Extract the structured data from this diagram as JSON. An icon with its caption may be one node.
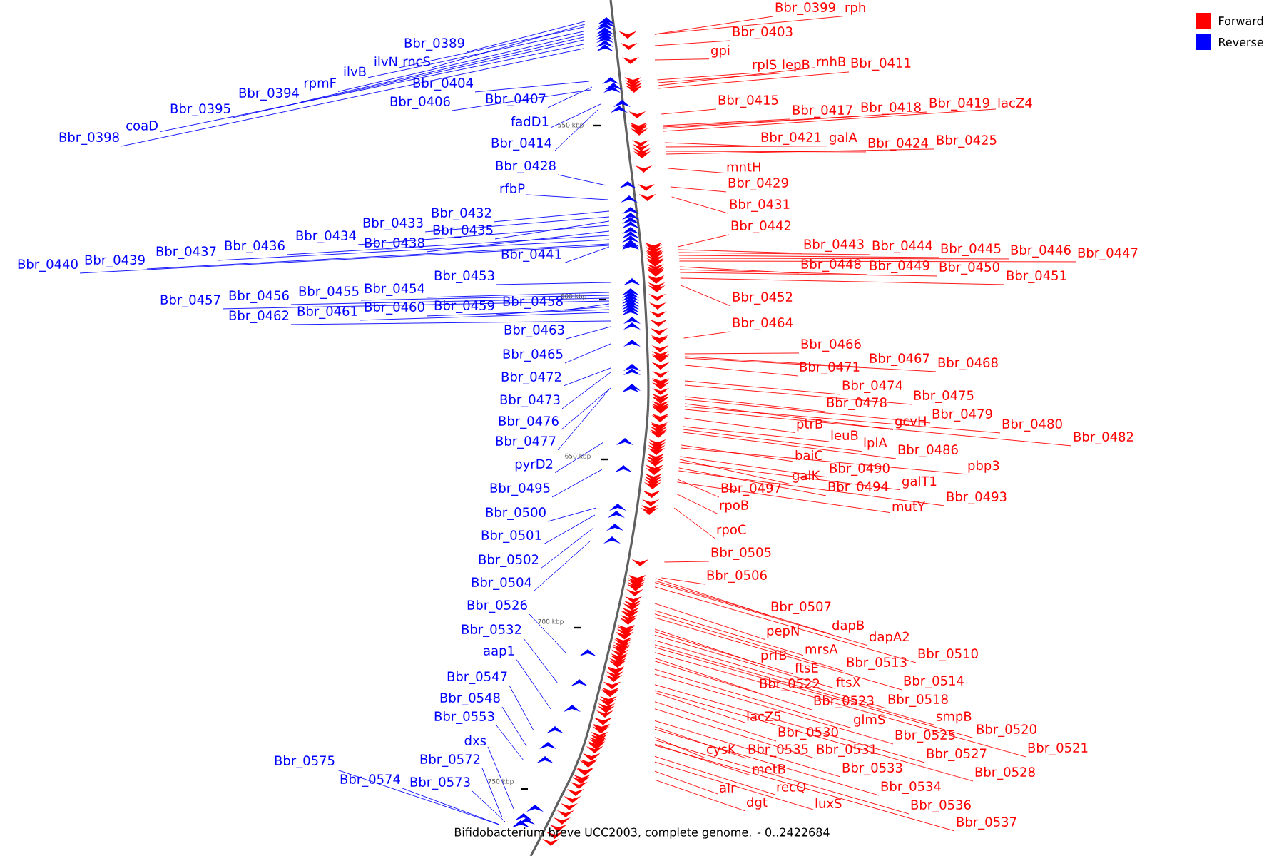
{
  "diagram": {
    "caption": "Bifidobacterium breve UCC2003, complete genome. - 0..2422684",
    "nodes": [
      {
        "text": [
          "Bbr_0389"
        ]
      },
      {
        "text": [
          "ilvN"
        ]
      },
      {
        "text": [
          "rncS"
        ]
      },
      {
        "text": [
          "ilvB"
        ]
      },
      {
        "text": [
          "rpmF"
        ]
      },
      {
        "text": [
          "Bbr_0394"
        ]
      },
      {
        "text": [
          "Bbr_0395"
        ]
      },
      {
        "text": [
          "coaD"
        ]
      },
      {
        "text": [
          "Bbr_0398"
        ]
      },
      {
        "text": [
          "Bbr_0404"
        ]
      },
      {
        "text": [
          "Bbr_0406"
        ]
      },
      {
        "text": [
          "Bbr_0407"
        ]
      },
      {
        "text": [
          "fadD1"
        ]
      },
      {
        "text": [
          "Bbr_0414"
        ]
      },
      {
        "text": [
          "Bbr_0428"
        ]
      },
      {
        "text": [
          "rfbP"
        ]
      },
      {
        "text": [
          "Bbr_0432"
        ]
      },
      {
        "text": [
          "Bbr_0433"
        ]
      },
      {
        "text": [
          "Bbr_0435"
        ]
      },
      {
        "text": [
          "Bbr_0434"
        ]
      },
      {
        "text": [
          "Bbr_0438"
        ]
      },
      {
        "text": [
          "Bbr_0436"
        ]
      },
      {
        "text": [
          "Bbr_0437"
        ]
      },
      {
        "text": [
          "Bbr_0439"
        ]
      },
      {
        "text": [
          "Bbr_0440"
        ]
      },
      {
        "text": [
          "Bbr_0441"
        ]
      },
      {
        "text": [
          "Bbr_0453"
        ]
      },
      {
        "text": [
          "Bbr_0454"
        ]
      },
      {
        "text": [
          "Bbr_0455"
        ]
      },
      {
        "text": [
          "Bbr_0456"
        ]
      },
      {
        "text": [
          "Bbr_0457"
        ]
      },
      {
        "text": [
          "Bbr_0458"
        ]
      },
      {
        "text": [
          "Bbr_0459"
        ]
      },
      {
        "text": [
          "Bbr_0460"
        ]
      },
      {
        "text": [
          "Bbr_0461"
        ]
      },
      {
        "text": [
          "Bbr_0462"
        ]
      },
      {
        "text": [
          "Bbr_0463"
        ]
      },
      {
        "text": [
          "Bbr_0465"
        ]
      },
      {
        "text": [
          "Bbr_0472"
        ]
      },
      {
        "text": [
          "Bbr_0473"
        ]
      },
      {
        "text": [
          "Bbr_0476"
        ]
      },
      {
        "text": [
          "Bbr_0477"
        ]
      },
      {
        "text": [
          "pyrD2"
        ]
      },
      {
        "text": [
          "Bbr_0495"
        ]
      },
      {
        "text": [
          "Bbr_0500"
        ]
      },
      {
        "text": [
          "Bbr_0501"
        ]
      },
      {
        "text": [
          "Bbr_0502"
        ]
      },
      {
        "text": [
          "Bbr_0504"
        ]
      },
      {
        "text": [
          "Bbr_0526"
        ]
      },
      {
        "text": [
          "Bbr_0532"
        ]
      },
      {
        "text": [
          "aap1"
        ]
      },
      {
        "text": [
          "Bbr_0547"
        ]
      },
      {
        "text": [
          "Bbr_0548"
        ]
      },
      {
        "text": [
          "Bbr_0553"
        ]
      },
      {
        "text": [
          "dxs"
        ]
      },
      {
        "text": [
          "Bbr_0575"
        ]
      },
      {
        "text": [
          "Bbr_0572"
        ]
      },
      {
        "text": [
          "Bbr_0574"
        ]
      },
      {
        "text": [
          "Bbr_0573"
        ]
      },
      {
        "text": [
          "Bbr_0399"
        ]
      },
      {
        "text": [
          "rph"
        ]
      },
      {
        "text": [
          "Bbr_0403"
        ]
      },
      {
        "text": [
          "gpi"
        ]
      },
      {
        "text": [
          "rplS"
        ]
      },
      {
        "text": [
          "lepB"
        ]
      },
      {
        "text": [
          "rnhB"
        ]
      },
      {
        "text": [
          "Bbr_0411"
        ]
      },
      {
        "text": [
          "Bbr_0415"
        ]
      },
      {
        "text": [
          "Bbr_0417"
        ]
      },
      {
        "text": [
          "Bbr_0418"
        ]
      },
      {
        "text": [
          "Bbr_0419"
        ]
      },
      {
        "text": [
          "lacZ4"
        ]
      },
      {
        "text": [
          "Bbr_0421"
        ]
      },
      {
        "text": [
          "galA"
        ]
      },
      {
        "text": [
          "Bbr_0424"
        ]
      },
      {
        "text": [
          "Bbr_0425"
        ]
      },
      {
        "text": [
          "mntH"
        ]
      },
      {
        "text": [
          "Bbr_0429"
        ]
      },
      {
        "text": [
          "Bbr_0431"
        ]
      },
      {
        "text": [
          "Bbr_0442"
        ]
      },
      {
        "text": [
          "Bbr_0443"
        ]
      },
      {
        "text": [
          "Bbr_0444"
        ]
      },
      {
        "text": [
          "Bbr_0445"
        ]
      },
      {
        "text": [
          "Bbr_0446"
        ]
      },
      {
        "text": [
          "Bbr_0447"
        ]
      },
      {
        "text": [
          "Bbr_0448"
        ]
      },
      {
        "text": [
          "Bbr_0449"
        ]
      },
      {
        "text": [
          "Bbr_0450"
        ]
      },
      {
        "text": [
          "Bbr_0451"
        ]
      },
      {
        "text": [
          "Bbr_0452"
        ]
      },
      {
        "text": [
          "Bbr_0464"
        ]
      },
      {
        "text": [
          "Bbr_0466"
        ]
      },
      {
        "text": [
          "Bbr_0467"
        ]
      },
      {
        "text": [
          "Bbr_0468"
        ]
      },
      {
        "text": [
          "Bbr_0471"
        ]
      },
      {
        "text": [
          "Bbr_0474"
        ]
      },
      {
        "text": [
          "Bbr_0475"
        ]
      },
      {
        "text": [
          "Bbr_0478"
        ]
      },
      {
        "text": [
          "Bbr_0479"
        ]
      },
      {
        "text": [
          "gcvH"
        ]
      },
      {
        "text": [
          "Bbr_0480"
        ]
      },
      {
        "text": [
          "Bbr_0482"
        ]
      },
      {
        "text": [
          "ptrB"
        ]
      },
      {
        "text": [
          "leuB"
        ]
      },
      {
        "text": [
          "lplA"
        ]
      },
      {
        "text": [
          "Bbr_0486"
        ]
      },
      {
        "text": [
          "baiC"
        ]
      },
      {
        "text": [
          "pbp3"
        ]
      },
      {
        "text": [
          "Bbr_0490"
        ]
      },
      {
        "text": [
          "galK"
        ]
      },
      {
        "text": [
          "galT1"
        ]
      },
      {
        "text": [
          "Bbr_0494"
        ]
      },
      {
        "text": [
          "Bbr_0493"
        ]
      },
      {
        "text": [
          "Bbr_0497"
        ]
      },
      {
        "text": [
          "mutY"
        ]
      },
      {
        "text": [
          "rpoB"
        ]
      },
      {
        "text": [
          "rpoC"
        ]
      },
      {
        "text": [
          "Bbr_0505"
        ]
      },
      {
        "text": [
          "Bbr_0506"
        ]
      },
      {
        "text": [
          "Bbr_0507"
        ]
      },
      {
        "text": [
          "dapB"
        ]
      },
      {
        "text": [
          "pepN"
        ]
      },
      {
        "text": [
          "dapA2"
        ]
      },
      {
        "text": [
          "mrsA"
        ]
      },
      {
        "text": [
          "Bbr_0510"
        ]
      },
      {
        "text": [
          "prfB"
        ]
      },
      {
        "text": [
          "Bbr_0513"
        ]
      },
      {
        "text": [
          "ftsE"
        ]
      },
      {
        "text": [
          "Bbr_0514"
        ]
      },
      {
        "text": [
          "ftsX"
        ]
      },
      {
        "text": [
          "Bbr_0522"
        ]
      },
      {
        "text": [
          "Bbr_0518"
        ]
      },
      {
        "text": [
          "Bbr_0523"
        ]
      },
      {
        "text": [
          "lacZ5"
        ]
      },
      {
        "text": [
          "smpB"
        ]
      },
      {
        "text": [
          "glmS"
        ]
      },
      {
        "text": [
          "Bbr_0520"
        ]
      },
      {
        "text": [
          "Bbr_0530"
        ]
      },
      {
        "text": [
          "Bbr_0525"
        ]
      },
      {
        "text": [
          "Bbr_0521"
        ]
      },
      {
        "text": [
          "cysK"
        ]
      },
      {
        "text": [
          "Bbr_0535"
        ]
      },
      {
        "text": [
          "Bbr_0531"
        ]
      },
      {
        "text": [
          "Bbr_0527"
        ]
      },
      {
        "text": [
          "metB"
        ]
      },
      {
        "text": [
          "Bbr_0533"
        ]
      },
      {
        "text": [
          "Bbr_0528"
        ]
      },
      {
        "text": [
          "alr"
        ]
      },
      {
        "text": [
          "recQ"
        ]
      },
      {
        "text": [
          "Bbr_0534"
        ]
      },
      {
        "text": [
          "dgt"
        ]
      },
      {
        "text": [
          "luxS"
        ]
      },
      {
        "text": [
          "Bbr_0536"
        ]
      },
      {
        "text": [
          "Bbr_0537"
        ]
      },
      {
        "text": [],
        "shape": "arc"
      }
    ],
    "edges": [
      {
        "from": 0,
        "to": 154,
        "arrow": "none",
        "color": "#0000ff"
      },
      {
        "from": 1,
        "to": 154,
        "arrow": "none",
        "color": "#0000ff"
      },
      {
        "from": 2,
        "to": 154,
        "arrow": "none",
        "color": "#0000ff"
      },
      {
        "from": 3,
        "to": 154,
        "arrow": "none",
        "color": "#0000ff"
      },
      {
        "from": 4,
        "to": 154,
        "arrow": "none",
        "color": "#0000ff"
      },
      {
        "from": 5,
        "to": 154,
        "arrow": "none",
        "color": "#0000ff"
      },
      {
        "from": 6,
        "to": 154,
        "arrow": "none",
        "color": "#0000ff"
      },
      {
        "from": 7,
        "to": 154,
        "arrow": "none",
        "color": "#0000ff"
      },
      {
        "from": 8,
        "to": 154,
        "arrow": "none",
        "color": "#0000ff"
      },
      {
        "from": 9,
        "to": 154,
        "arrow": "none",
        "color": "#0000ff"
      },
      {
        "from": 10,
        "to": 154,
        "arrow": "none",
        "color": "#0000ff"
      },
      {
        "from": 11,
        "to": 154,
        "arrow": "none",
        "color": "#0000ff"
      },
      {
        "from": 12,
        "to": 154,
        "arrow": "none",
        "color": "#0000ff"
      },
      {
        "from": 13,
        "to": 154,
        "arrow": "none",
        "color": "#0000ff"
      },
      {
        "from": 14,
        "to": 154,
        "arrow": "none",
        "color": "#0000ff"
      },
      {
        "from": 15,
        "to": 154,
        "arrow": "none",
        "color": "#0000ff"
      },
      {
        "from": 16,
        "to": 154,
        "arrow": "none",
        "color": "#0000ff"
      },
      {
        "from": 17,
        "to": 154,
        "arrow": "none",
        "color": "#0000ff"
      },
      {
        "from": 18,
        "to": 154,
        "arrow": "none",
        "color": "#0000ff"
      },
      {
        "from": 19,
        "to": 154,
        "arrow": "none",
        "color": "#0000ff"
      },
      {
        "from": 20,
        "to": 154,
        "arrow": "none",
        "color": "#0000ff"
      },
      {
        "from": 21,
        "to": 154,
        "arrow": "none",
        "color": "#0000ff"
      },
      {
        "from": 22,
        "to": 154,
        "arrow": "none",
        "color": "#0000ff"
      },
      {
        "from": 23,
        "to": 154,
        "arrow": "none",
        "color": "#0000ff"
      },
      {
        "from": 24,
        "to": 154,
        "arrow": "none",
        "color": "#0000ff"
      },
      {
        "from": 25,
        "to": 154,
        "arrow": "none",
        "color": "#0000ff"
      },
      {
        "from": 26,
        "to": 154,
        "arrow": "none",
        "color": "#0000ff"
      },
      {
        "from": 27,
        "to": 154,
        "arrow": "none",
        "color": "#0000ff"
      },
      {
        "from": 28,
        "to": 154,
        "arrow": "none",
        "color": "#0000ff"
      },
      {
        "from": 29,
        "to": 154,
        "arrow": "none",
        "color": "#0000ff"
      },
      {
        "from": 30,
        "to": 154,
        "arrow": "none",
        "color": "#0000ff"
      },
      {
        "from": 31,
        "to": 154,
        "arrow": "none",
        "color": "#0000ff"
      },
      {
        "from": 32,
        "to": 154,
        "arrow": "none",
        "color": "#0000ff"
      },
      {
        "from": 33,
        "to": 154,
        "arrow": "none",
        "color": "#0000ff"
      },
      {
        "from": 34,
        "to": 154,
        "arrow": "none",
        "color": "#0000ff"
      },
      {
        "from": 35,
        "to": 154,
        "arrow": "none",
        "color": "#0000ff"
      },
      {
        "from": 36,
        "to": 154,
        "arrow": "none",
        "color": "#0000ff"
      },
      {
        "from": 37,
        "to": 154,
        "arrow": "none",
        "color": "#0000ff"
      },
      {
        "from": 38,
        "to": 154,
        "arrow": "none",
        "color": "#0000ff"
      },
      {
        "from": 39,
        "to": 154,
        "arrow": "none",
        "color": "#0000ff"
      },
      {
        "from": 40,
        "to": 154,
        "arrow": "none",
        "color": "#0000ff"
      },
      {
        "from": 41,
        "to": 154,
        "arrow": "none",
        "color": "#0000ff"
      },
      {
        "from": 42,
        "to": 154,
        "arrow": "none",
        "color": "#0000ff"
      },
      {
        "from": 43,
        "to": 154,
        "arrow": "none",
        "color": "#0000ff"
      },
      {
        "from": 44,
        "to": 154,
        "arrow": "none",
        "color": "#0000ff"
      },
      {
        "from": 45,
        "to": 154,
        "arrow": "none",
        "color": "#0000ff"
      },
      {
        "from": 46,
        "to": 154,
        "arrow": "none",
        "color": "#0000ff"
      },
      {
        "from": 47,
        "to": 154,
        "arrow": "none",
        "color": "#0000ff"
      },
      {
        "from": 48,
        "to": 154,
        "arrow": "none",
        "color": "#0000ff"
      },
      {
        "from": 49,
        "to": 154,
        "arrow": "none",
        "color": "#0000ff"
      },
      {
        "from": 50,
        "to": 154,
        "arrow": "none",
        "color": "#0000ff"
      },
      {
        "from": 51,
        "to": 154,
        "arrow": "none",
        "color": "#0000ff"
      },
      {
        "from": 52,
        "to": 154,
        "arrow": "none",
        "color": "#0000ff"
      },
      {
        "from": 53,
        "to": 154,
        "arrow": "none",
        "color": "#0000ff"
      },
      {
        "from": 54,
        "to": 154,
        "arrow": "none",
        "color": "#0000ff"
      },
      {
        "from": 55,
        "to": 154,
        "arrow": "none",
        "color": "#0000ff"
      },
      {
        "from": 56,
        "to": 154,
        "arrow": "none",
        "color": "#0000ff"
      },
      {
        "from": 57,
        "to": 154,
        "arrow": "none",
        "color": "#0000ff"
      },
      {
        "from": 58,
        "to": 154,
        "arrow": "none",
        "color": "#0000ff"
      },
      {
        "from": 59,
        "to": 154,
        "arrow": "none"
      },
      {
        "from": 60,
        "to": 154,
        "arrow": "none"
      },
      {
        "from": 61,
        "to": 154,
        "arrow": "none"
      },
      {
        "from": 62,
        "to": 154,
        "arrow": "none"
      },
      {
        "from": 63,
        "to": 154,
        "arrow": "none"
      },
      {
        "from": 64,
        "to": 154,
        "arrow": "none"
      },
      {
        "from": 65,
        "to": 154,
        "arrow": "none"
      },
      {
        "from": 66,
        "to": 154,
        "arrow": "none"
      },
      {
        "from": 67,
        "to": 154,
        "arrow": "none"
      },
      {
        "from": 68,
        "to": 154,
        "arrow": "none"
      },
      {
        "from": 69,
        "to": 154,
        "arrow": "none"
      },
      {
        "from": 70,
        "to": 154,
        "arrow": "none"
      },
      {
        "from": 71,
        "to": 154,
        "arrow": "none"
      },
      {
        "from": 72,
        "to": 154,
        "arrow": "none"
      },
      {
        "from": 73,
        "to": 154,
        "arrow": "none"
      },
      {
        "from": 74,
        "to": 154,
        "arrow": "none"
      },
      {
        "from": 75,
        "to": 154,
        "arrow": "none"
      },
      {
        "from": 76,
        "to": 154,
        "arrow": "none"
      },
      {
        "from": 77,
        "to": 154,
        "arrow": "none"
      },
      {
        "from": 78,
        "to": 154,
        "arrow": "none"
      },
      {
        "from": 79,
        "to": 154,
        "arrow": "none"
      },
      {
        "from": 80,
        "to": 154,
        "arrow": "none"
      },
      {
        "from": 81,
        "to": 154,
        "arrow": "none"
      },
      {
        "from": 82,
        "to": 154,
        "arrow": "none"
      },
      {
        "from": 83,
        "to": 154,
        "arrow": "none"
      },
      {
        "from": 84,
        "to": 154,
        "arrow": "none"
      },
      {
        "from": 85,
        "to": 154,
        "arrow": "none"
      },
      {
        "from": 86,
        "to": 154,
        "arrow": "none"
      },
      {
        "from": 87,
        "to": 154,
        "arrow": "none"
      },
      {
        "from": 88,
        "to": 154,
        "arrow": "none"
      },
      {
        "from": 89,
        "to": 154,
        "arrow": "none"
      },
      {
        "from": 90,
        "to": 154,
        "arrow": "none"
      },
      {
        "from": 91,
        "to": 154,
        "arrow": "none"
      },
      {
        "from": 92,
        "to": 154,
        "arrow": "none"
      },
      {
        "from": 93,
        "to": 154,
        "arrow": "none"
      },
      {
        "from": 94,
        "to": 154,
        "arrow": "none"
      },
      {
        "from": 95,
        "to": 154,
        "arrow": "none"
      },
      {
        "from": 96,
        "to": 154,
        "arrow": "none"
      },
      {
        "from": 97,
        "to": 154,
        "arrow": "none"
      },
      {
        "from": 98,
        "to": 154,
        "arrow": "none"
      },
      {
        "from": 99,
        "to": 154,
        "arrow": "none"
      },
      {
        "from": 100,
        "to": 154,
        "arrow": "none"
      },
      {
        "from": 101,
        "to": 154,
        "arrow": "none"
      },
      {
        "from": 102,
        "to": 154,
        "arrow": "none"
      },
      {
        "from": 103,
        "to": 154,
        "arrow": "none"
      },
      {
        "from": 104,
        "to": 154,
        "arrow": "none"
      },
      {
        "from": 105,
        "to": 154,
        "arrow": "none"
      },
      {
        "from": 106,
        "to": 154,
        "arrow": "none"
      },
      {
        "from": 107,
        "to": 154,
        "arrow": "none"
      },
      {
        "from": 108,
        "to": 154,
        "arrow": "none"
      },
      {
        "from": 109,
        "to": 154,
        "arrow": "none"
      },
      {
        "from": 110,
        "to": 154,
        "arrow": "none"
      },
      {
        "from": 111,
        "to": 154,
        "arrow": "none"
      },
      {
        "from": 112,
        "to": 154,
        "arrow": "none"
      },
      {
        "from": 113,
        "to": 154,
        "arrow": "none"
      },
      {
        "from": 114,
        "to": 154,
        "arrow": "none"
      },
      {
        "from": 115,
        "to": 154,
        "arrow": "none"
      },
      {
        "from": 116,
        "to": 154,
        "arrow": "none"
      },
      {
        "from": 117,
        "to": 154,
        "arrow": "none"
      },
      {
        "from": 118,
        "to": 154,
        "arrow": "none"
      },
      {
        "from": 119,
        "to": 154,
        "arrow": "none"
      },
      {
        "from": 120,
        "to": 154,
        "arrow": "none"
      },
      {
        "from": 121,
        "to": 154,
        "arrow": "none"
      },
      {
        "from": 122,
        "to": 154,
        "arrow": "none"
      },
      {
        "from": 123,
        "to": 154,
        "arrow": "none"
      },
      {
        "from": 124,
        "to": 154,
        "arrow": "none"
      },
      {
        "from": 125,
        "to": 154,
        "arrow": "none"
      },
      {
        "from": 126,
        "to": 154,
        "arrow": "none"
      },
      {
        "from": 127,
        "to": 154,
        "arrow": "none"
      },
      {
        "from": 128,
        "to": 154,
        "arrow": "none"
      },
      {
        "from": 129,
        "to": 154,
        "arrow": "none"
      },
      {
        "from": 130,
        "to": 154,
        "arrow": "none"
      },
      {
        "from": 131,
        "to": 154,
        "arrow": "none"
      },
      {
        "from": 132,
        "to": 154,
        "arrow": "none"
      },
      {
        "from": 133,
        "to": 154,
        "arrow": "none"
      },
      {
        "from": 134,
        "to": 154,
        "arrow": "none"
      },
      {
        "from": 135,
        "to": 154,
        "arrow": "none"
      },
      {
        "from": 136,
        "to": 154,
        "arrow": "none"
      },
      {
        "from": 137,
        "to": 154,
        "arrow": "none"
      },
      {
        "from": 138,
        "to": 154,
        "arrow": "none"
      },
      {
        "from": 139,
        "to": 154,
        "arrow": "none"
      },
      {
        "from": 140,
        "to": 154,
        "arrow": "none"
      },
      {
        "from": 141,
        "to": 154,
        "arrow": "none"
      },
      {
        "from": 142,
        "to": 154,
        "arrow": "none"
      },
      {
        "from": 143,
        "to": 154,
        "arrow": "none"
      },
      {
        "from": 144,
        "to": 154,
        "arrow": "none"
      },
      {
        "from": 145,
        "to": 154,
        "arrow": "none"
      },
      {
        "from": 146,
        "to": 154,
        "arrow": "none"
      },
      {
        "from": 147,
        "to": 154,
        "arrow": "none"
      },
      {
        "from": 148,
        "to": 154,
        "arrow": "none"
      },
      {
        "from": 149,
        "to": 154,
        "arrow": "none"
      },
      {
        "from": 150,
        "to": 154,
        "arrow": "none"
      },
      {
        "from": 151,
        "to": 154,
        "arrow": "none"
      },
      {
        "from": 152,
        "to": 154,
        "arrow": "none"
      },
      {
        "from": 153,
        "to": 154,
        "arrow": "none"
      }
    ],
    "labels": [
      "550 kbp",
      "600 kbp",
      "650 kbp",
      "700 kbp",
      "750 kbp"
    ],
    "legend": [
      {
        "text": "Forward",
        "color": "#ff0000"
      },
      {
        "text": "Reverse",
        "color": "#0000ff"
      }
    ]
  }
}
